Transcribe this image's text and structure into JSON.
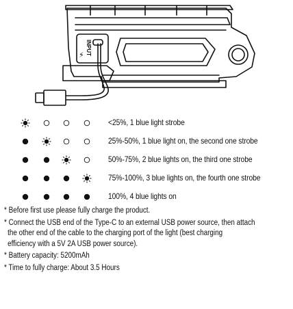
{
  "illustration": {
    "port_label": "INPUT"
  },
  "levels": [
    {
      "states": [
        "strobe",
        "off",
        "off",
        "off"
      ],
      "text": "<25%, 1 blue light strobe"
    },
    {
      "states": [
        "on",
        "strobe",
        "off",
        "off"
      ],
      "text": "25%-50%, 1 blue light on, the second one strobe"
    },
    {
      "states": [
        "on",
        "on",
        "strobe",
        "off"
      ],
      "text": "50%-75%, 2 blue lights on, the third one strobe"
    },
    {
      "states": [
        "on",
        "on",
        "on",
        "strobe"
      ],
      "text": "75%-100%, 3 blue lights on, the fourth one strobe"
    },
    {
      "states": [
        "on",
        "on",
        "on",
        "on"
      ],
      "text": "100%, 4 blue lights on"
    }
  ],
  "notes": [
    {
      "lines": [
        "* Before first use please fully charge the product."
      ]
    },
    {
      "lines": [
        "* Connect the USB end of the Type-C to an external USB power source, then attach",
        "the other end of the cable to the charging port of the light (best charging",
        "efficiency with a 5V 2A USB power source)."
      ]
    },
    {
      "lines": [
        "* Battery capacity: 5200mAh"
      ]
    },
    {
      "lines": [
        "* Time to fully charge: About 3.5 Hours"
      ]
    }
  ]
}
